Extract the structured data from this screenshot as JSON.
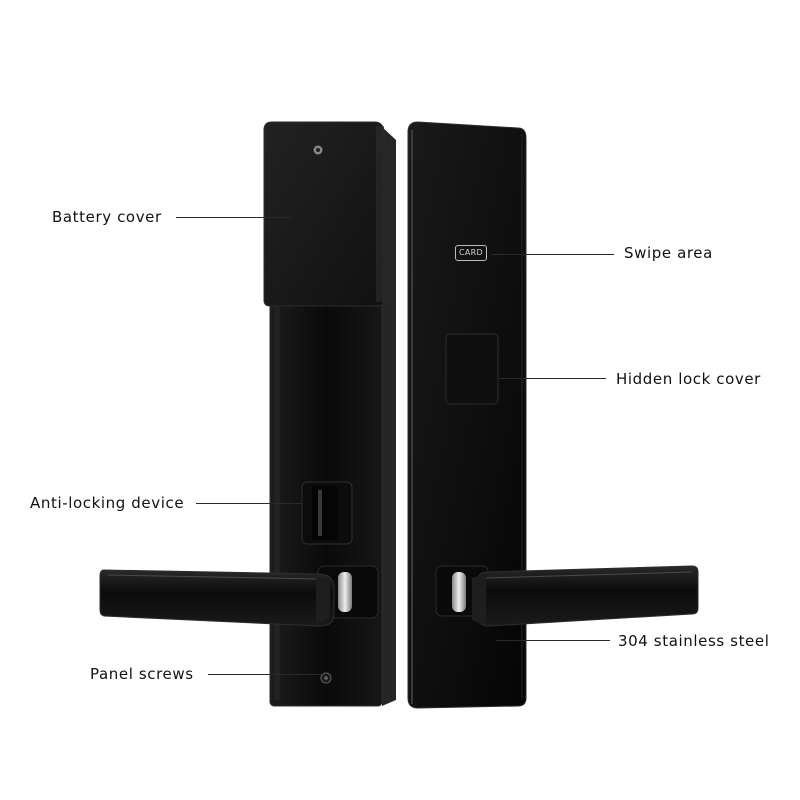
{
  "labels": {
    "battery_cover": "Battery cover",
    "swipe_area": "Swipe area",
    "hidden_lock_cover": "Hidden lock cover",
    "anti_locking_device": "Anti-locking device",
    "stainless_steel": "304 stainless steel",
    "panel_screws": "Panel screws"
  },
  "card_reader_text": "CARD",
  "colors": {
    "panel": "#0d0d0d",
    "edge": "#2b2b2b",
    "highlight": "#3a3a3a",
    "lever_metal": "#c9c9c9",
    "leader": "#2a2a2a",
    "text": "#111111"
  }
}
